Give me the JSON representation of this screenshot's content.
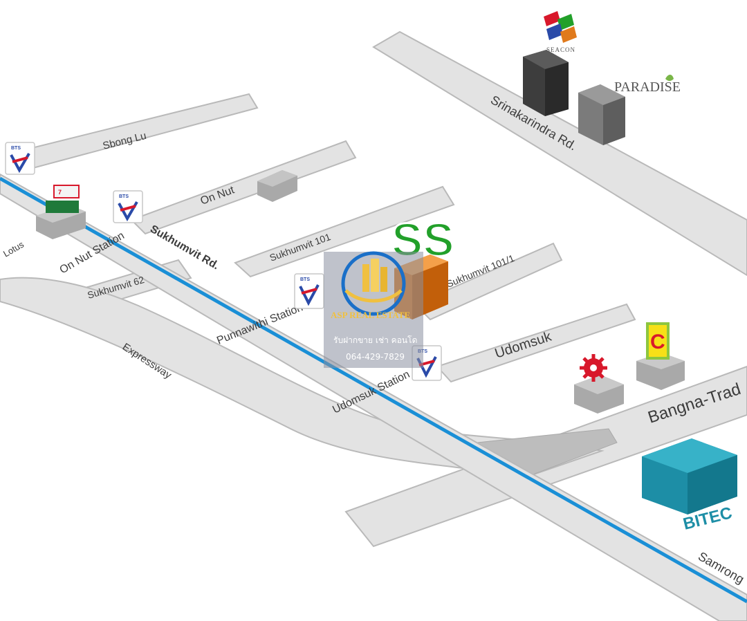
{
  "map": {
    "roads": {
      "soi_lasalle_top": "Sbong Lu",
      "on_nut": "On Nut",
      "sukhumvit_main": "Sukhumvit Rd.",
      "sukhumvit_101": "Sukhumvit 101",
      "sukhumvit_101_1": "Sukhumvit 101/1",
      "sukhumvit_62": "Sukhumvit 62",
      "udomsuk": "Udomsuk",
      "srinakarindra": "Srinakarindra Rd.",
      "bangna_trad": "Bangna-Trad",
      "expressway": "Expressway",
      "samrong": "Samrong",
      "lotus": "Lotus"
    },
    "stations": {
      "on_nut": "On Nut Station",
      "punnawithi": "Punnawithi Station",
      "udomsuk": "Udomsuk Station"
    },
    "bts_badge": "BTS",
    "landmarks": {
      "seacon": "SEACON",
      "paradise": "PARADISE",
      "bitec": "BITEC",
      "tesco": "Lotus",
      "ss_logo": "SS",
      "seven_eleven": "7-ELEVEN"
    },
    "colors": {
      "bts_line": "#1a8fd6",
      "road_fill": "#e3e3e3",
      "project_orange": "#e07a1c",
      "ss_green": "#22a02a",
      "bitec_blue": "#1d8ea6",
      "central_red": "#d8182b"
    }
  },
  "watermark": {
    "brand": "ASP REAL ESTATE",
    "line1": "รับฝากขาย เช่า คอนโด",
    "phone": "064-429-7829"
  }
}
